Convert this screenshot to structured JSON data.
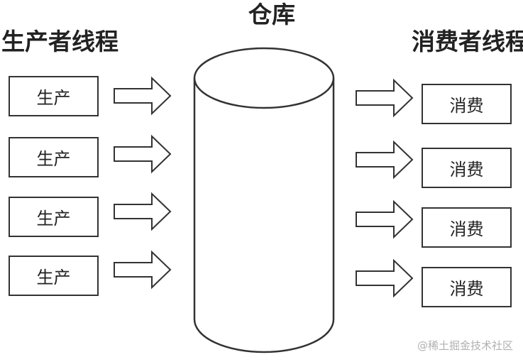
{
  "producer_heading": "生产者线程",
  "warehouse_heading": "仓库",
  "consumer_heading": "消费者线程",
  "producers": [
    {
      "label": "生产"
    },
    {
      "label": "生产"
    },
    {
      "label": "生产"
    },
    {
      "label": "生产"
    }
  ],
  "consumers": [
    {
      "label": "消费"
    },
    {
      "label": "消费"
    },
    {
      "label": "消费"
    },
    {
      "label": "消费"
    }
  ],
  "watermark": "@稀土掘金技术社区",
  "colors": {
    "stroke": "#333333",
    "text": "#222222",
    "watermark": "#b0b0b0"
  }
}
